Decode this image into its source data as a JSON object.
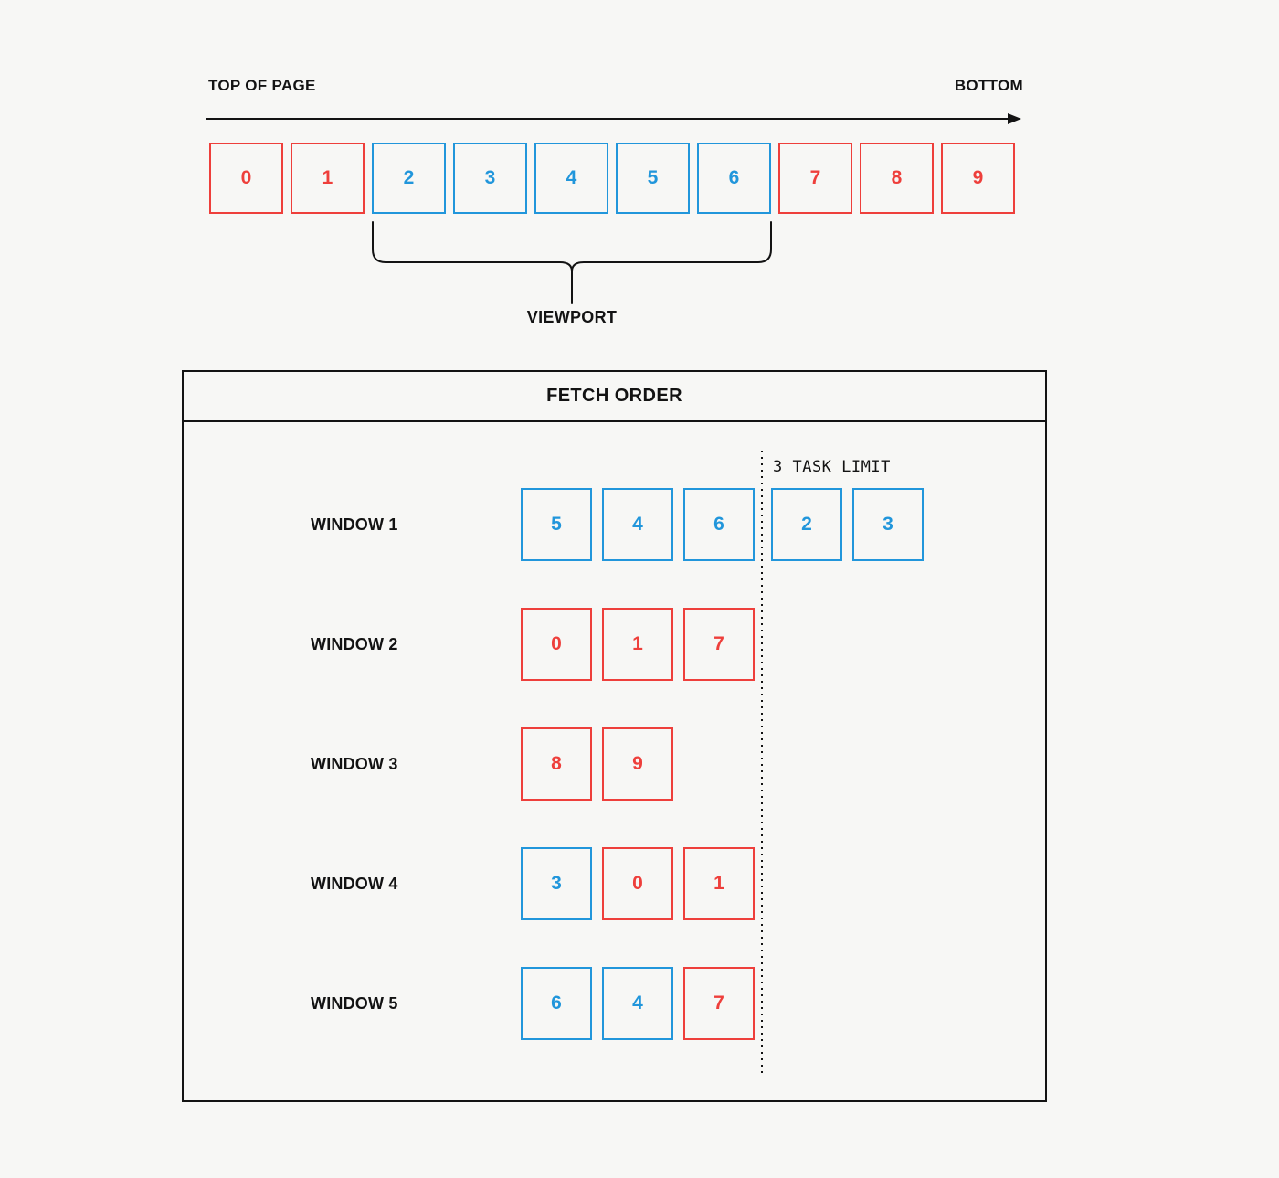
{
  "colors": {
    "red": "#ee3f3b",
    "blue": "#2196db",
    "ink": "#131313",
    "background": "#f7f7f5"
  },
  "timeline": {
    "start_label": "TOP OF PAGE",
    "end_label": "BOTTOM",
    "boxes": [
      {
        "value": "0",
        "color": "red"
      },
      {
        "value": "1",
        "color": "red"
      },
      {
        "value": "2",
        "color": "blue"
      },
      {
        "value": "3",
        "color": "blue"
      },
      {
        "value": "4",
        "color": "blue"
      },
      {
        "value": "5",
        "color": "blue"
      },
      {
        "value": "6",
        "color": "blue"
      },
      {
        "value": "7",
        "color": "red"
      },
      {
        "value": "8",
        "color": "red"
      },
      {
        "value": "9",
        "color": "red"
      }
    ],
    "viewport": {
      "label": "VIEWPORT",
      "from_index": 2,
      "to_index": 6
    }
  },
  "fetch_order": {
    "title": "FETCH ORDER",
    "task_limit": 3,
    "task_limit_label": "3 TASK LIMIT",
    "windows": [
      {
        "label": "WINDOW 1",
        "boxes": [
          {
            "value": "5",
            "color": "blue"
          },
          {
            "value": "4",
            "color": "blue"
          },
          {
            "value": "6",
            "color": "blue"
          },
          {
            "value": "2",
            "color": "blue"
          },
          {
            "value": "3",
            "color": "blue"
          }
        ]
      },
      {
        "label": "WINDOW 2",
        "boxes": [
          {
            "value": "0",
            "color": "red"
          },
          {
            "value": "1",
            "color": "red"
          },
          {
            "value": "7",
            "color": "red"
          }
        ]
      },
      {
        "label": "WINDOW 3",
        "boxes": [
          {
            "value": "8",
            "color": "red"
          },
          {
            "value": "9",
            "color": "red"
          }
        ]
      },
      {
        "label": "WINDOW 4",
        "boxes": [
          {
            "value": "3",
            "color": "blue"
          },
          {
            "value": "0",
            "color": "red"
          },
          {
            "value": "1",
            "color": "red"
          }
        ]
      },
      {
        "label": "WINDOW 5",
        "boxes": [
          {
            "value": "6",
            "color": "blue"
          },
          {
            "value": "4",
            "color": "blue"
          },
          {
            "value": "7",
            "color": "red"
          }
        ]
      }
    ]
  }
}
